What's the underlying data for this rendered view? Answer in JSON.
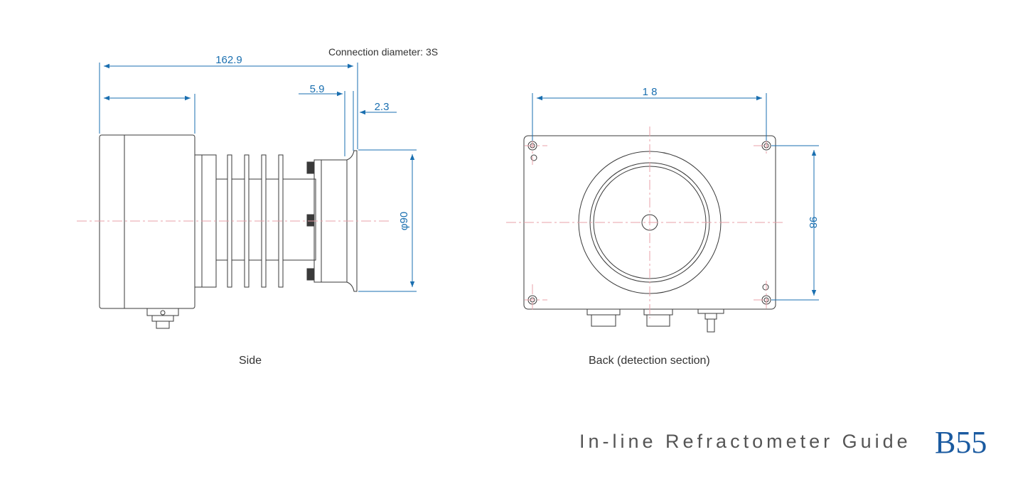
{
  "side_view": {
    "caption": "Side",
    "connection_note": "Connection diameter: 3S",
    "dim_overall_length": "162.9",
    "dim_flange_offset": "5.9",
    "dim_flange_thickness": "2.3",
    "dim_diameter": "φ90"
  },
  "back_view": {
    "caption": "Back (detection section)",
    "dim_width": "1 8",
    "dim_height": "98"
  },
  "footer": {
    "title": "In-line Refractometer Guide",
    "page": "B55"
  },
  "colors": {
    "dimension": "#1a6fb0",
    "outline": "#3a3a3a",
    "centerline": "#e8a0a8",
    "page_mark": "#1a5aa0"
  }
}
